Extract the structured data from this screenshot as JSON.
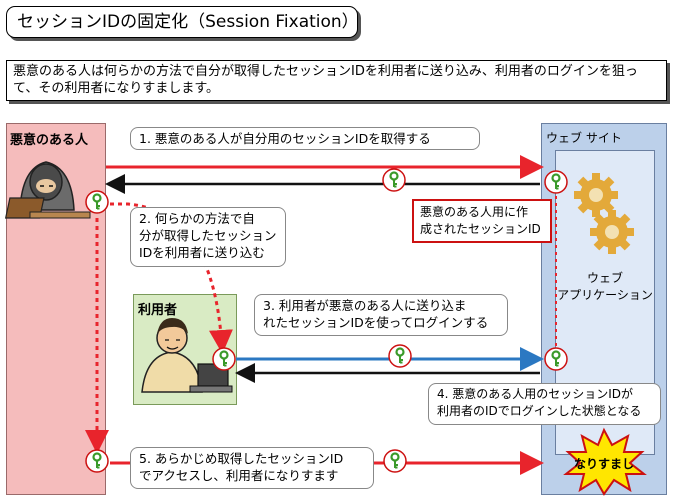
{
  "title": "セッションIDの固定化（Session Fixation）",
  "description": "悪意のある人は何らかの方法で自分が取得したセッションIDを利用者に送り込み、利用者のログインを狙って、その利用者になりすまします。",
  "lanes": {
    "attacker": "悪意のある人",
    "website": "ウェブ サイト",
    "user": "利用者"
  },
  "app_label": "ウェブ\nアプリケーション",
  "steps": {
    "step1": "1. 悪意のある人が自分用のセッションIDを取得する",
    "step2_line1": "2. 何らかの方法で自",
    "step2_line2": "分が取得したセッション",
    "step2_line3": "IDを利用者に送り込む",
    "step3_line1": "3. 利用者が悪意のある人に送り込ま",
    "step3_line2": "れたセッションIDを使ってログインする",
    "step4_line1": "4. 悪意のある人用のセッションIDが",
    "step4_line2": "利用者のIDでログインした状態となる",
    "step5_line1": "5. あらかじめ取得したセッションID",
    "step5_line2": "でアクセスし、利用者になりすます"
  },
  "site_note_line1": "悪意のある人用に作",
  "site_note_line2": "成されたセッションID",
  "impersonation": "なりすまし",
  "colors": {
    "red": "#e8242c",
    "blue": "#2b78c2",
    "black": "#111111",
    "key": "#3a9a2a"
  }
}
